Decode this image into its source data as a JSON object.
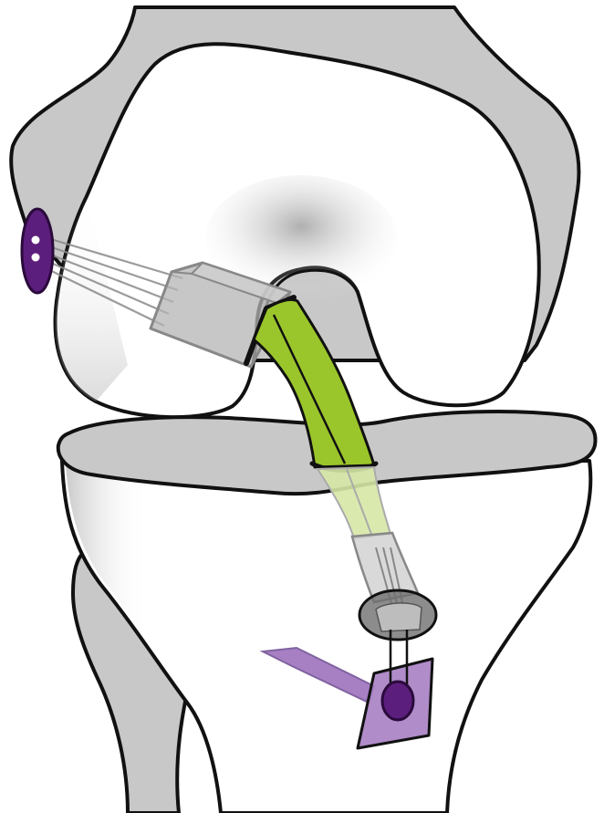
{
  "diagram": {
    "type": "anatomical-illustration",
    "subject": "knee-joint-acl-graft-fixation",
    "labels": [],
    "parts": [
      {
        "id": "femur",
        "icon": "femur-bone-icon"
      },
      {
        "id": "femoral-condyle",
        "icon": "condyle-icon"
      },
      {
        "id": "tibia",
        "icon": "tibia-bone-icon"
      },
      {
        "id": "tibial-plateau",
        "icon": "plateau-icon"
      },
      {
        "id": "fibula",
        "icon": "fibula-bone-icon"
      },
      {
        "id": "femoral-button",
        "icon": "cortical-button-icon"
      },
      {
        "id": "femoral-tunnel-sleeve",
        "icon": "sleeve-icon"
      },
      {
        "id": "acl-graft",
        "icon": "graft-icon"
      },
      {
        "id": "tibial-tunnel-sleeve",
        "icon": "sleeve-icon"
      },
      {
        "id": "tibial-washer",
        "icon": "washer-icon"
      },
      {
        "id": "tibial-plate",
        "icon": "fixation-plate-icon"
      },
      {
        "id": "tibial-screw",
        "icon": "screw-icon"
      }
    ],
    "colors": {
      "bone_outer": "#c8c8c8",
      "bone_inner": "#ffffff",
      "outline": "#111111",
      "graft": "#9bc62b",
      "graft_light": "#d6e8a6",
      "implant": "#b2b2b2",
      "fixation_purple": "#5c1e7c",
      "fixation_lavender": "#a780c3",
      "button_dots": "#ffffff"
    }
  }
}
